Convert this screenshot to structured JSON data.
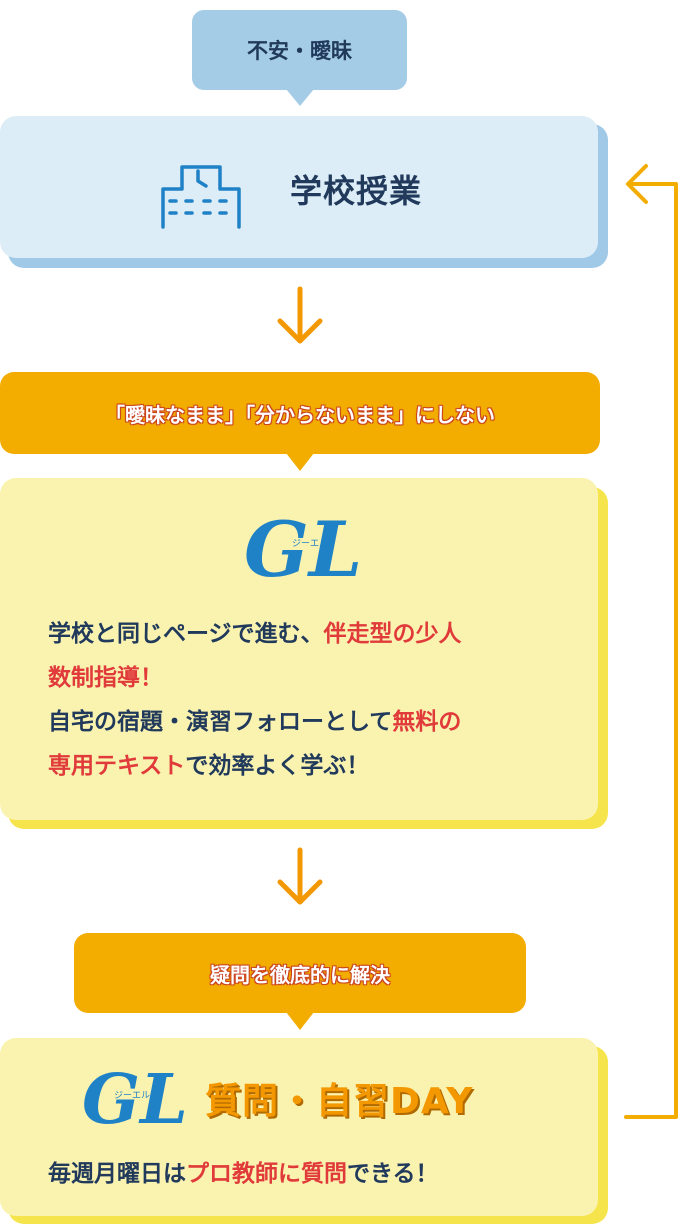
{
  "top_tag": {
    "label": "不安・曖昧"
  },
  "school": {
    "label": "学校授業",
    "icon": "school-building-icon"
  },
  "banner1": {
    "label": "「曖昧なまま」「分からないまま」にしない"
  },
  "box1": {
    "logo": {
      "letters": "GL",
      "ruby": "ジーエル"
    },
    "lines": [
      {
        "parts": [
          {
            "text": "学校と同じページで進む、",
            "highlight": false
          },
          {
            "text": "伴走型の少人",
            "highlight": true
          }
        ]
      },
      {
        "parts": [
          {
            "text": "数制指導！",
            "highlight": true
          }
        ]
      },
      {
        "parts": [
          {
            "text": "自宅の宿題・演習フォローとして",
            "highlight": false
          },
          {
            "text": "無料の",
            "highlight": true
          }
        ]
      },
      {
        "parts": [
          {
            "text": "専用テキスト",
            "highlight": true
          },
          {
            "text": "で効率よく学ぶ！",
            "highlight": false
          }
        ]
      }
    ]
  },
  "banner2": {
    "label": "疑問を徹底的に解決"
  },
  "box2": {
    "logo": {
      "letters": "GL",
      "ruby": "ジーエル"
    },
    "title": "質問・自習DAY",
    "text_parts": [
      {
        "text": "毎週月曜日は",
        "highlight": false
      },
      {
        "text": "プロ教師に質問",
        "highlight": true
      },
      {
        "text": "できる！",
        "highlight": false
      }
    ]
  },
  "colors": {
    "navy": "#213a5c",
    "light_blue": "#a4cce6",
    "pale_blue": "#ddedf7",
    "orange": "#f2ad00",
    "arrow_orange": "#f39800",
    "yellow": "#faf3b0",
    "yellow_shadow": "#f6e44c",
    "red": "#e03a3a",
    "logo_blue": "#1f82c7"
  }
}
